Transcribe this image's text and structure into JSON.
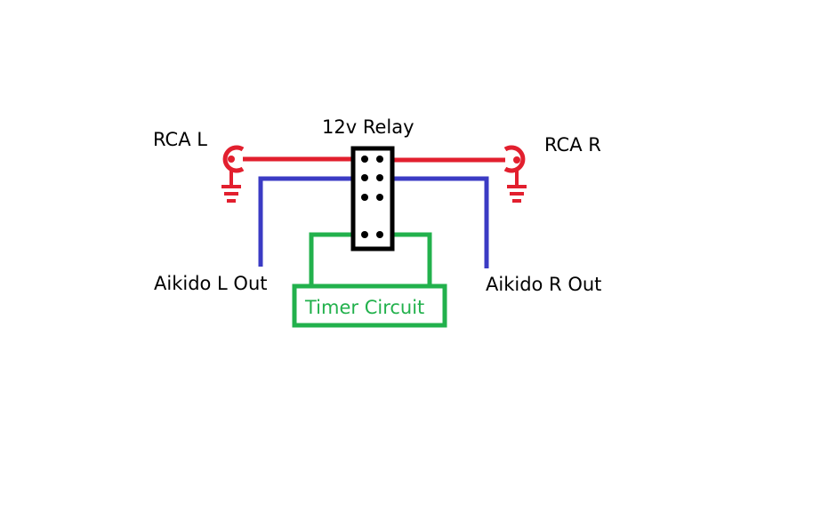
{
  "labels": {
    "rca_left": "RCA L",
    "rca_right": "RCA R",
    "relay": "12v Relay",
    "aikido_left": "Aikido L Out",
    "aikido_right": "Aikido R Out",
    "timer": "Timer Circuit"
  },
  "colors": {
    "signal_line": "#e21f2e",
    "output_line": "#3b3bc4",
    "timer_line": "#22b14c",
    "relay_body": "#000000",
    "text": "#000000",
    "timer_text": "#22b14c",
    "background": "#ffffff"
  },
  "icons": {
    "rca_jack": "rca-jack-icon",
    "ground": "ground-icon",
    "relay_pin": "relay-pin-dot"
  }
}
